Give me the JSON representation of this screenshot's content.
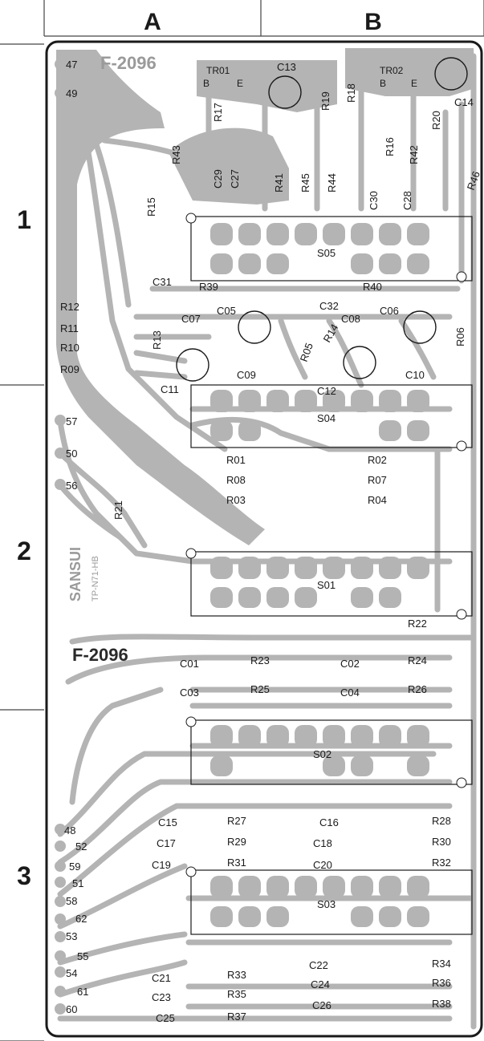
{
  "colors": {
    "copper": "#b4b4b4",
    "copper_dark": "#a0a0a0",
    "board": "#ffffff",
    "ink": "#1a1a1a",
    "silk": "#ffffff"
  },
  "grid": {
    "columns": [
      "A",
      "B"
    ],
    "rows": [
      "1",
      "2",
      "3"
    ]
  },
  "board": {
    "part_number_top": "F-2096",
    "part_number_mid": "F-2096",
    "brand": "SANSUI",
    "model": "TP-N71-HB"
  },
  "connectors": [
    "47",
    "49",
    "57",
    "50",
    "56",
    "48",
    "52",
    "59",
    "51",
    "58",
    "62",
    "53",
    "55",
    "54",
    "61",
    "60"
  ],
  "switches": [
    "S05",
    "S04",
    "S01",
    "S02",
    "S03"
  ],
  "transistors": [
    {
      "name": "TR01",
      "b": "B",
      "e": "E"
    },
    {
      "name": "TR02",
      "b": "B",
      "e": "E"
    }
  ],
  "capacitors_electrolytic": [
    "C13",
    "C14",
    "C05",
    "C06",
    "C11",
    "C12"
  ],
  "capacitors": [
    "C29",
    "C27",
    "C30",
    "C28",
    "C31",
    "C32",
    "C07",
    "C08",
    "C09",
    "C10",
    "C01",
    "C02",
    "C03",
    "C04",
    "C15",
    "C16",
    "C17",
    "C18",
    "C19",
    "C20",
    "C21",
    "C22",
    "C23",
    "C24",
    "C25",
    "C26"
  ],
  "resistors": [
    "R17",
    "R19",
    "R18",
    "R20",
    "R43",
    "R16",
    "R42",
    "R46",
    "R15",
    "R41",
    "R45",
    "R44",
    "R39",
    "R40",
    "R12",
    "R11",
    "R10",
    "R09",
    "R13",
    "R14",
    "R05",
    "R06",
    "R01",
    "R02",
    "R08",
    "R07",
    "R03",
    "R04",
    "R21",
    "R22",
    "R23",
    "R24",
    "R25",
    "R26",
    "R27",
    "R28",
    "R29",
    "R30",
    "R31",
    "R32",
    "R33",
    "R34",
    "R35",
    "R36",
    "R37",
    "R38"
  ]
}
